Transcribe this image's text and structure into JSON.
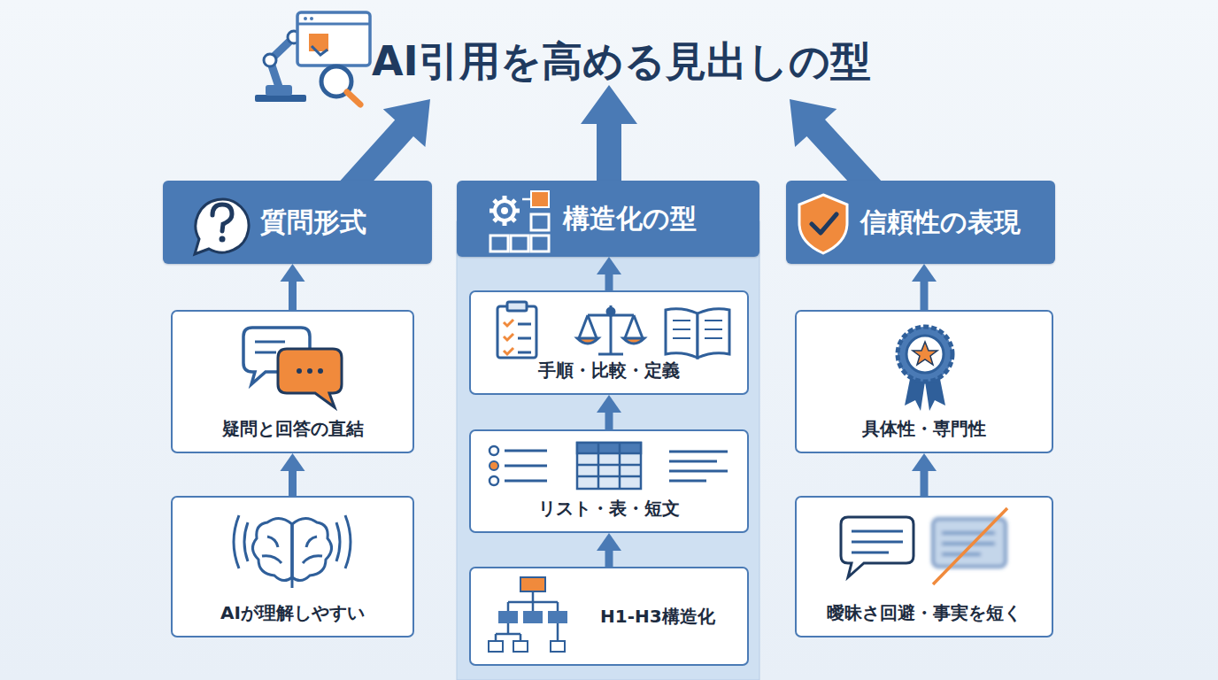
{
  "diagram": {
    "title": "AI引用を高める見出しの型",
    "nodes": [
      {
        "text": [
          "質問形式"
        ]
      },
      {
        "text": [
          "疑問と回答の直結"
        ]
      },
      {
        "text": [
          "AIが理解しやすい"
        ]
      },
      {
        "text": [
          "構造化の型"
        ]
      },
      {
        "text": [
          "手順・比較・定義"
        ]
      },
      {
        "text": [
          "リスト・表・短文"
        ]
      },
      {
        "text": [
          "H1-H3構造化"
        ]
      },
      {
        "text": [
          "信頼性の表現"
        ]
      },
      {
        "text": [
          "具体性・専門性"
        ]
      },
      {
        "text": [
          "曖昧さ回避・事実を短く"
        ]
      }
    ],
    "edges": [
      {
        "from": 2,
        "to": 1,
        "arrow": "to"
      },
      {
        "from": 1,
        "to": 0,
        "arrow": "to"
      },
      {
        "from": 6,
        "to": 5,
        "arrow": "to"
      },
      {
        "from": 5,
        "to": 4,
        "arrow": "to"
      },
      {
        "from": 4,
        "to": 3,
        "arrow": "to"
      },
      {
        "from": 9,
        "to": 8,
        "arrow": "to"
      },
      {
        "from": 8,
        "to": 7,
        "arrow": "to"
      }
    ]
  }
}
